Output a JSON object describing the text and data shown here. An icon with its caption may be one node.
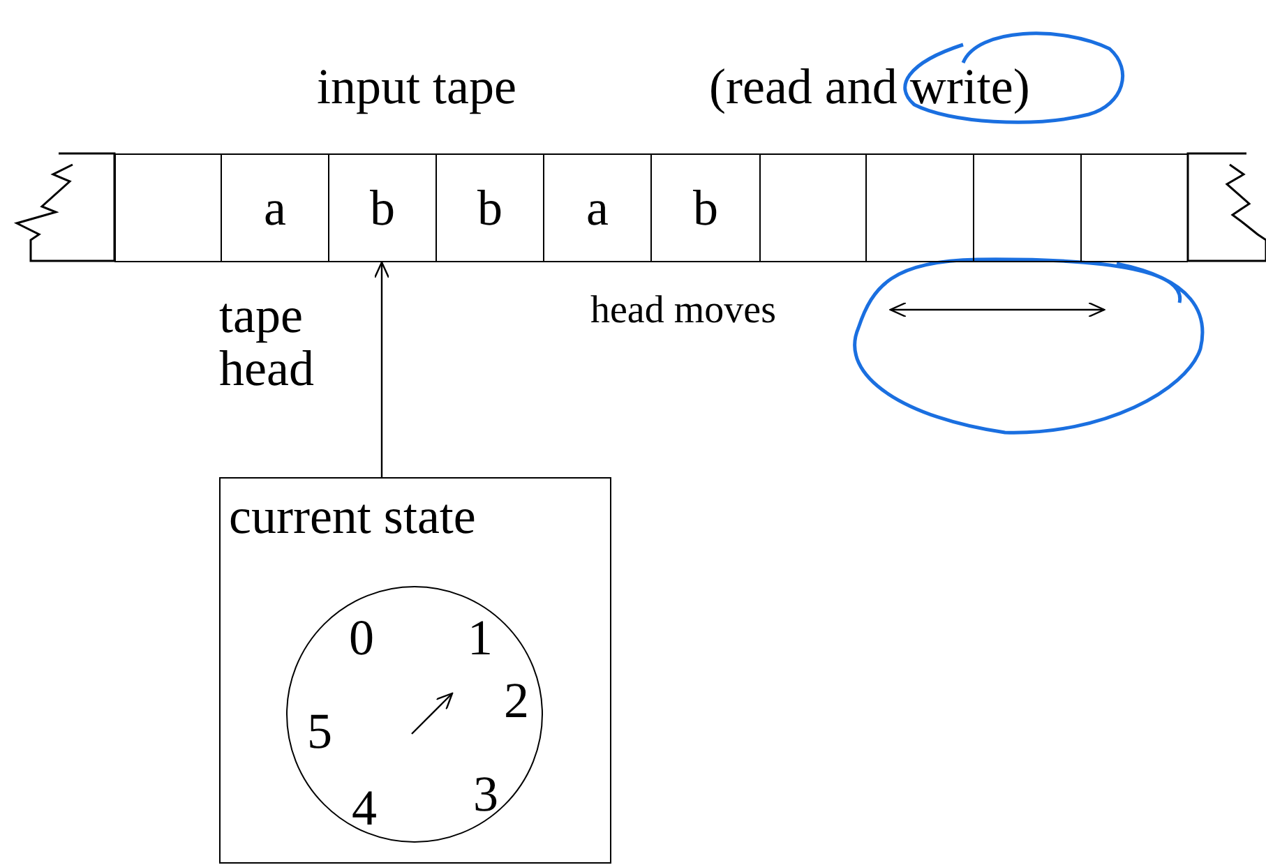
{
  "diagram": {
    "nodes": [
      {
        "text": [],
        "shape": "box"
      },
      {
        "text": [],
        "shape": "box"
      },
      {
        "text": [
          "a"
        ]
      },
      {
        "text": [
          "b"
        ]
      },
      {
        "text": [
          "b"
        ]
      },
      {
        "text": [
          "a"
        ]
      },
      {
        "text": [
          "b"
        ]
      },
      {
        "text": [],
        "shape": "box"
      },
      {
        "text": [],
        "shape": "box"
      },
      {
        "text": [],
        "shape": "box"
      },
      {
        "text": [],
        "shape": "box"
      },
      {
        "text": [],
        "shape": "box"
      },
      {
        "text": [
          "current state"
        ]
      },
      {
        "text": [
          "0",
          "1",
          "2",
          "3",
          "4",
          "5"
        ],
        "in": 12
      }
    ],
    "edges": [
      {
        "from": 12,
        "to": 3,
        "arrow": "to"
      }
    ],
    "labels": [
      "input tape",
      "(read and write)",
      "tape head",
      "head moves"
    ]
  }
}
